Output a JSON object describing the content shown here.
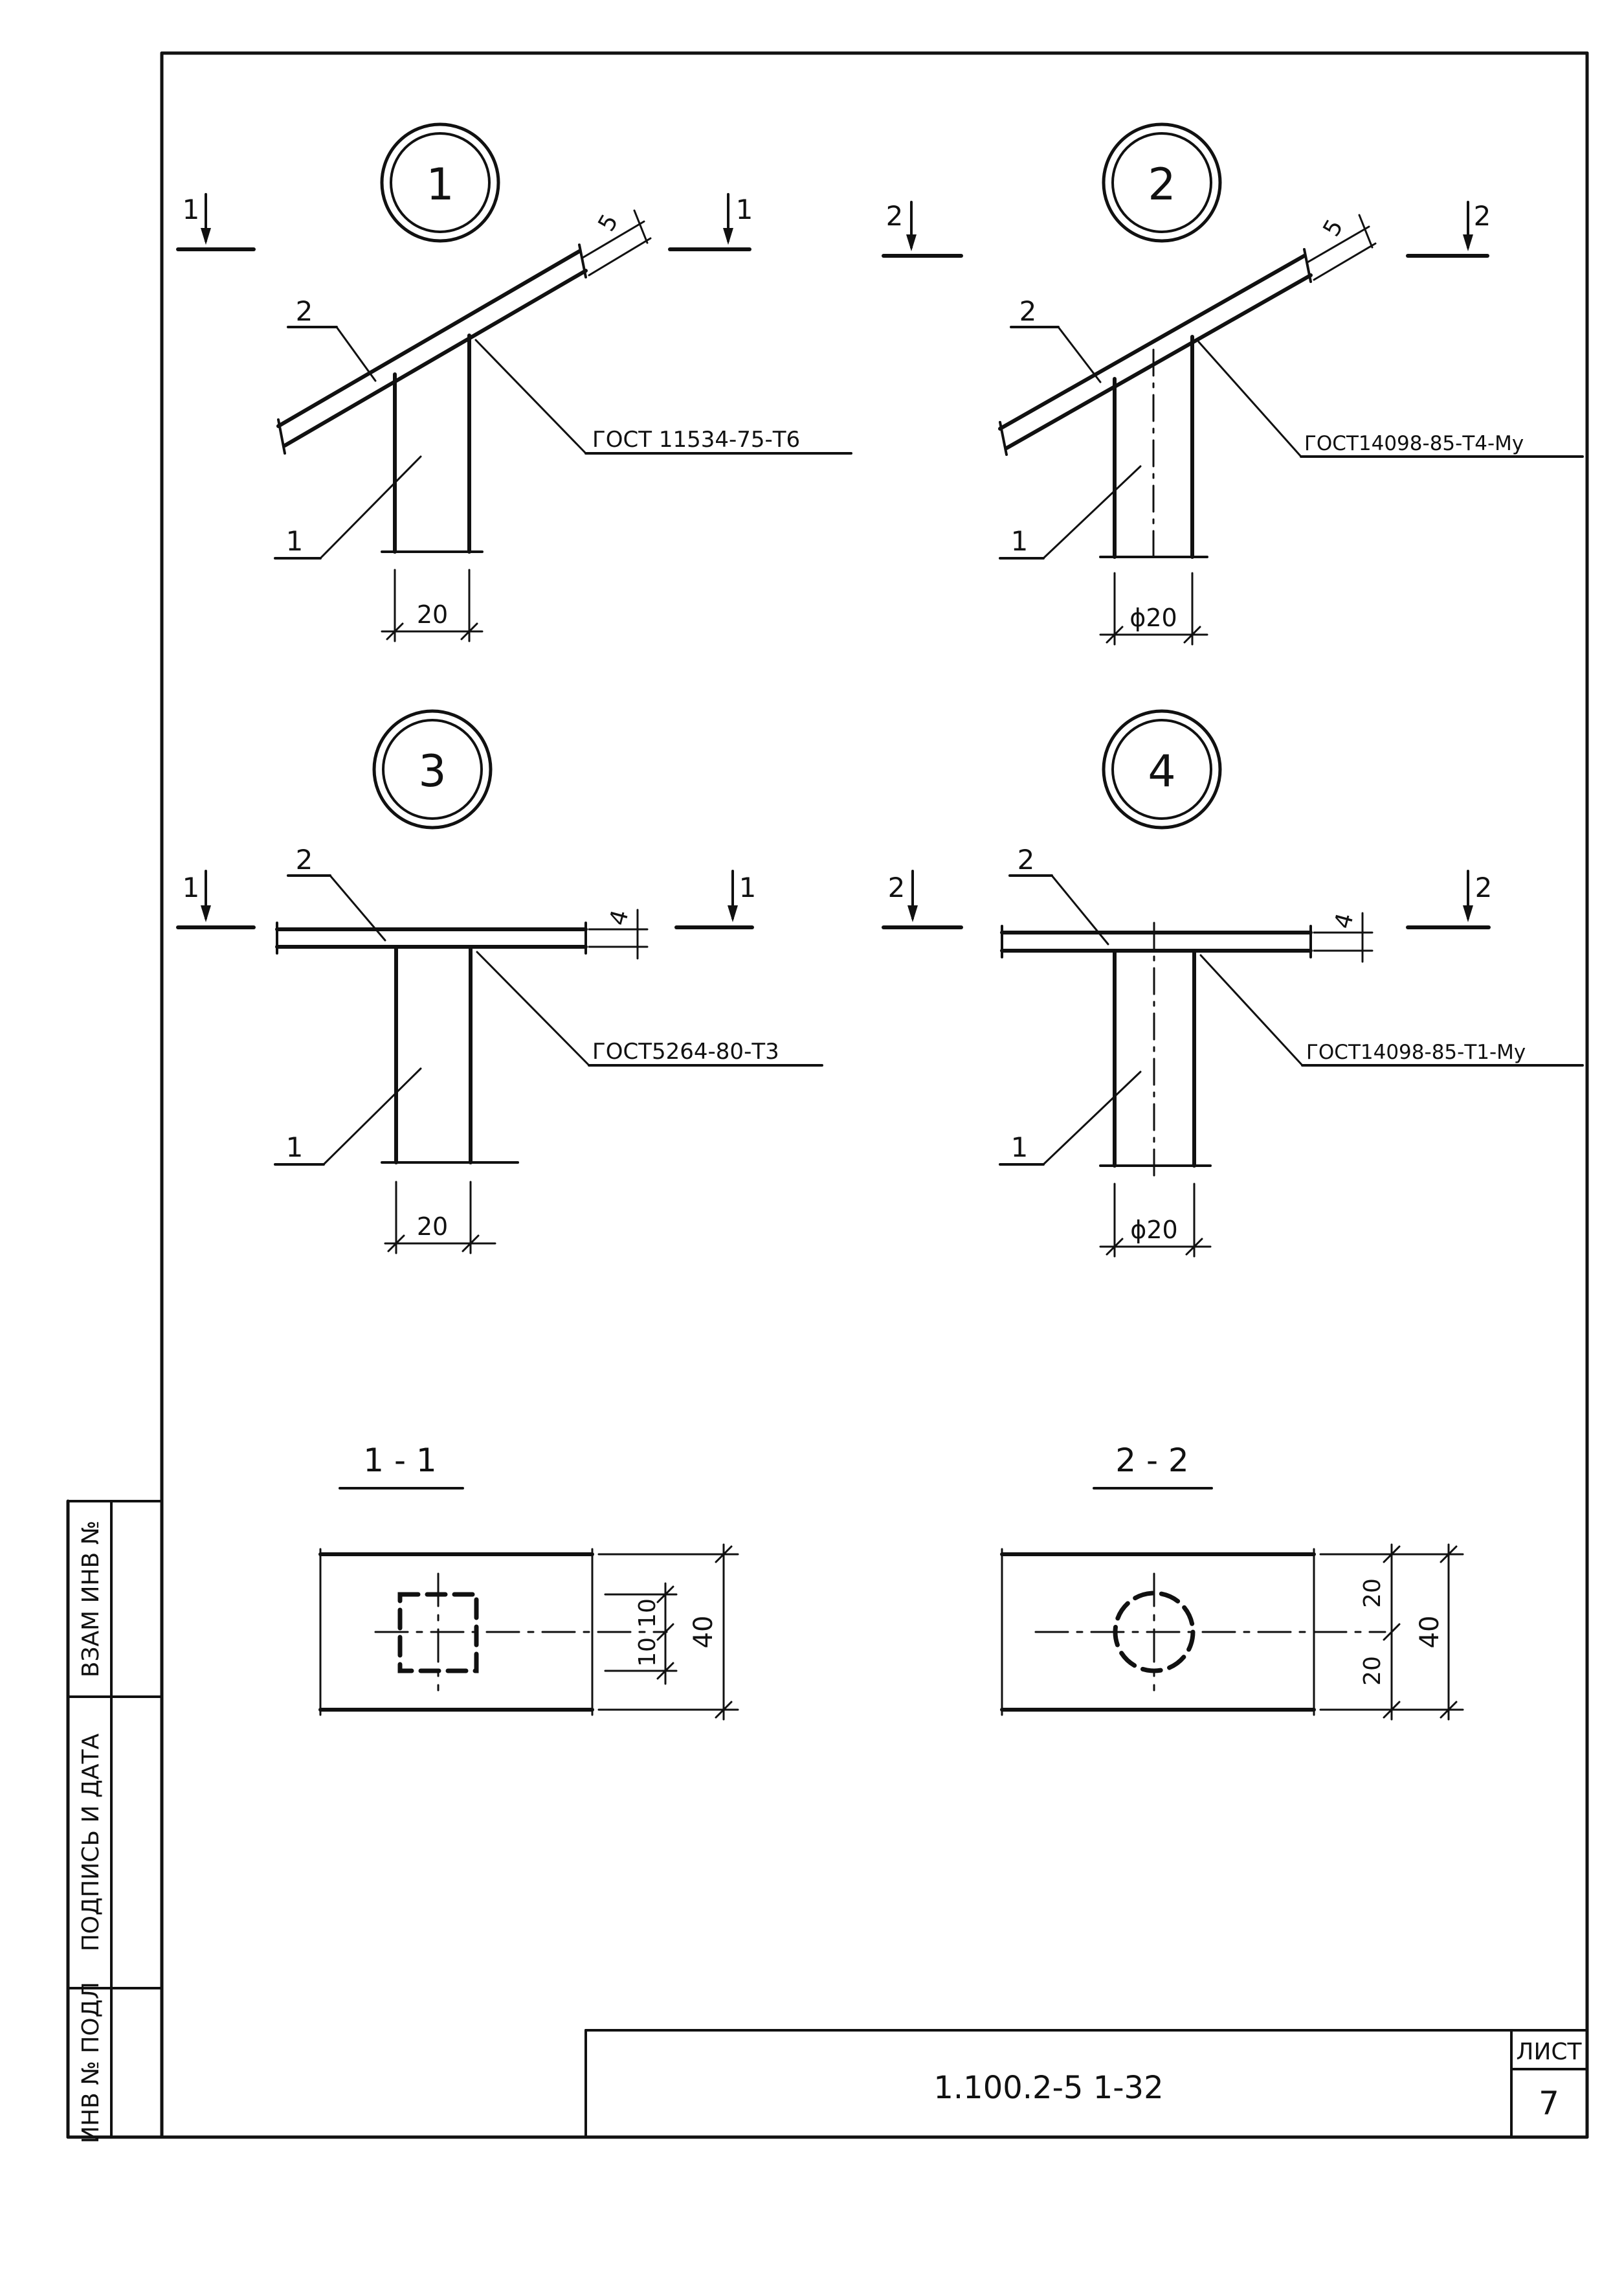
{
  "colors": {
    "ink": "#111111",
    "paper": "#ffffff"
  },
  "details": [
    {
      "number": "1",
      "part_1": "1",
      "part_2": "2",
      "weld_note": "ГОСТ 11534-75-Т6",
      "thickness": "5",
      "width": "20",
      "section": "1"
    },
    {
      "number": "2",
      "part_1": "1",
      "part_2": "2",
      "weld_note": "ГОСТ14098-85-Т4-Му",
      "thickness": "5",
      "width": "ϕ20",
      "section": "2"
    },
    {
      "number": "3",
      "part_1": "1",
      "part_2": "2",
      "weld_note": "ГОСТ5264-80-Т3",
      "thickness": "4",
      "width": "20",
      "section": "1"
    },
    {
      "number": "4",
      "part_1": "1",
      "part_2": "2",
      "weld_note": "ГОСТ14098-85-Т1-Му",
      "thickness": "4",
      "width": "ϕ20",
      "section": "2"
    }
  ],
  "sections": [
    {
      "title": "1 - 1",
      "dim_upper": "10",
      "dim_lower": "10",
      "dim_total": "40"
    },
    {
      "title": "2 - 2",
      "dim_upper": "20",
      "dim_lower": "20",
      "dim_total": "40"
    }
  ],
  "side_stamp": {
    "cell_1": "ВЗАМ ИНВ №",
    "cell_2": "ПОДПИСЬ И ДАТА",
    "cell_3": "ИНВ № ПОДЛ"
  },
  "title_block": {
    "document_code": "1.100.2-5 1-32",
    "sheet_label": "ЛИСТ",
    "sheet_number": "7"
  }
}
